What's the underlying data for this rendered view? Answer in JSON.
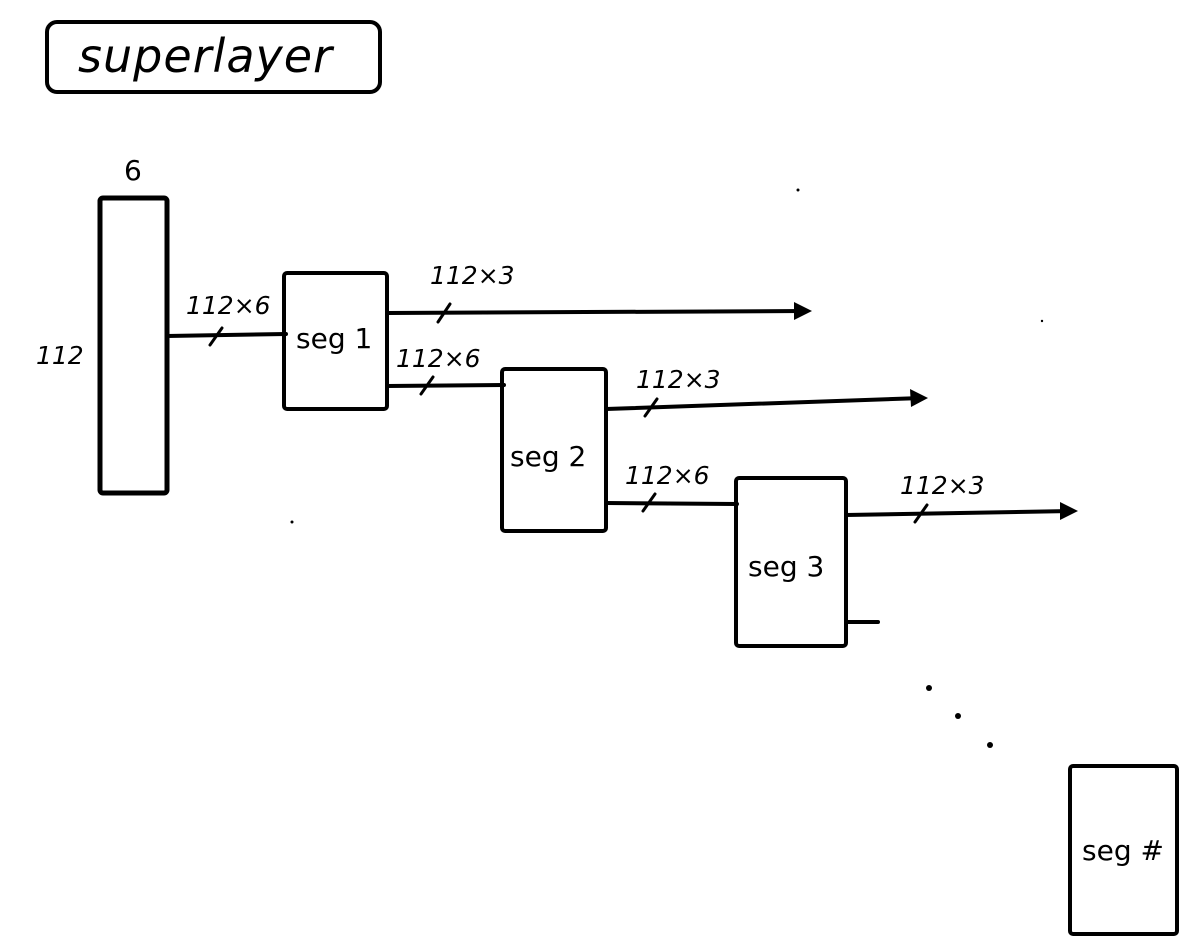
{
  "title": "superlayer",
  "input": {
    "width_label": "6",
    "height_label": "112"
  },
  "segments": [
    {
      "label": "seg 1",
      "in_label": "112×6",
      "out_label": "112×3"
    },
    {
      "label": "seg 2",
      "in_label": "112×6",
      "out_label": "112×3"
    },
    {
      "label": "seg 3",
      "in_label": "112×6",
      "out_label": "112×3"
    },
    {
      "label": "seg #"
    }
  ]
}
